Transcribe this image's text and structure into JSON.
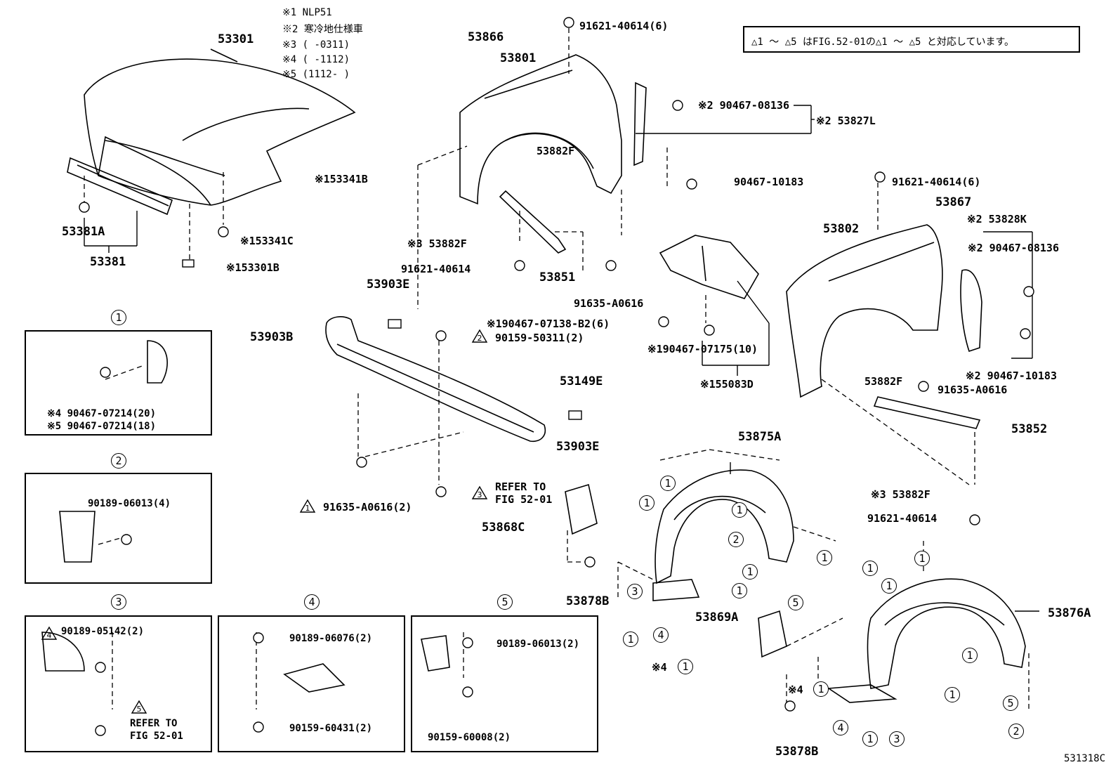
{
  "notes": [
    "※1 NLP51",
    "※2 寒冷地仕様車",
    "※3 (      -0311)",
    "※4 (      -1112)",
    "※5 (1112-      )"
  ],
  "legend": "△1 ～ △5 はFIG.52-01の△1 ～ △5 と対応しています。",
  "figure_code": "531318C",
  "labels": {
    "p53301": "53301",
    "p53341B": "※153341B",
    "p53341C": "※153341C",
    "p53301B": "※153301B",
    "p53381A": "53381A",
    "p53381": "53381",
    "p53866": "53866",
    "p91621a": "91621-40614(6)",
    "p53801": "53801",
    "p90467_08136a": "※2 90467-08136",
    "p53827L": "※2 53827L",
    "p53882Fa": "53882F",
    "p90467_10183a": "90467-10183",
    "p53882Fb": "※3 53882F",
    "p91621b": "91621-40614",
    "p53851": "53851",
    "p91635a": "91635-A0616",
    "p53903Ea": "53903E",
    "p53903B": "53903B",
    "p90467_07138": "※190467-07138-B2(6)",
    "p90159_50311": "90159-50311(2)",
    "p90467_07175": "※190467-07175(10)",
    "p55083D": "※155083D",
    "p53149E": "53149E",
    "p53903Eb": "53903E",
    "p91635b": "91635-A0616(2)",
    "p_refer1a": "REFER TO",
    "p_refer1b": "FIG 52-01",
    "p53868C": "53868C",
    "p53878Ba": "53878B",
    "p91621c": "91621-40614(6)",
    "p53867": "53867",
    "p53802": "53802",
    "p53828K": "※2 53828K",
    "p90467_08136b": "※2 90467-08136",
    "p90467_10183b": "※2 90467-10183",
    "p53882Fc": "53882F",
    "p91635c": "91635-A0616",
    "p53852": "53852",
    "p53882Fd": "※3 53882F",
    "p91621d": "91621-40614",
    "p53875A": "53875A",
    "p53869A": "53869A",
    "p53876A": "53876A",
    "p53878Bb": "53878B",
    "p_x4a": "※4",
    "p_x4b": "※4"
  },
  "boxes": [
    {
      "num": "1",
      "lines": [
        "※4 90467-07214(20)",
        "※5 90467-07214(18)"
      ]
    },
    {
      "num": "2",
      "lines": [
        "90189-06013(4)"
      ]
    },
    {
      "num": "3",
      "lines": [
        "90189-05142(2)",
        "REFER TO",
        "FIG 52-01"
      ]
    },
    {
      "num": "4",
      "lines": [
        "90189-06076(2)",
        "90159-60431(2)"
      ]
    },
    {
      "num": "5",
      "lines": [
        "90189-06013(2)",
        "90159-60008(2)"
      ]
    }
  ],
  "callouts": [
    "1",
    "2",
    "3",
    "4",
    "5"
  ]
}
